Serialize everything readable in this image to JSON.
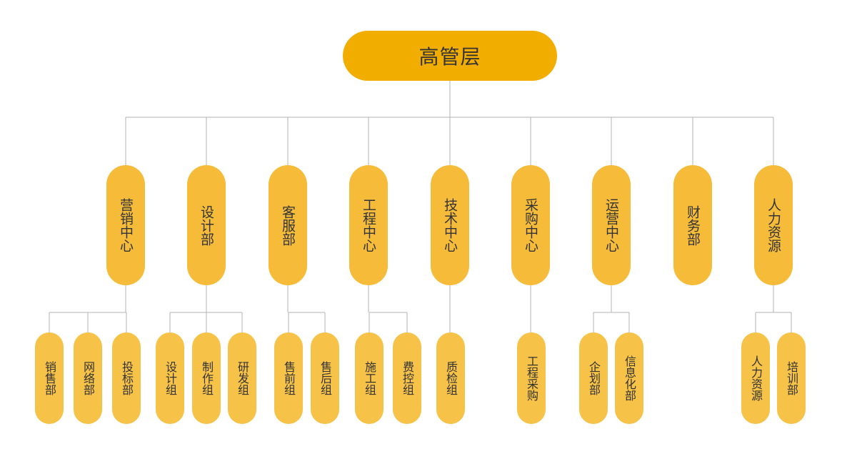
{
  "root": {
    "label": "高管层"
  },
  "departments": [
    {
      "label": "营销中心",
      "children": [
        "销售部",
        "网络部",
        "投标部"
      ]
    },
    {
      "label": "设计部",
      "children": [
        "设计组",
        "制作组",
        "研发组"
      ]
    },
    {
      "label": "客服部",
      "children": [
        "售前组",
        "售后组"
      ]
    },
    {
      "label": "工程中心",
      "children": [
        "施工组",
        "费控组"
      ]
    },
    {
      "label": "技术中心",
      "children": [
        "质检组"
      ]
    },
    {
      "label": "采购中心",
      "children": [
        "工程采购"
      ]
    },
    {
      "label": "运营中心",
      "children": [
        "企划部",
        "信息化部"
      ]
    },
    {
      "label": "财务部",
      "children": []
    },
    {
      "label": "人力资源",
      "children": [
        "人力资源",
        "培训部"
      ]
    }
  ],
  "colors": {
    "root_fill": "#F2AE00",
    "department_fill": "#F6BC39",
    "leaf_fill": "#F6C247",
    "connector": "#B3B3B3",
    "text": "#333333"
  }
}
